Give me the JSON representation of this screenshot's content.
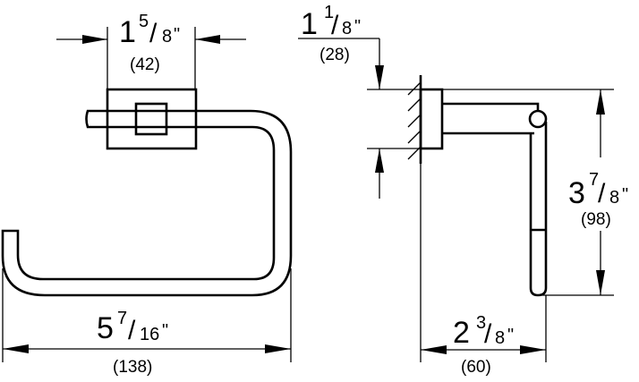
{
  "title": "Towel ring dimension drawing",
  "dimensions": {
    "plate_width": {
      "whole": "1",
      "num": "5",
      "den": "8",
      "unit": "\"",
      "mm": "(42)"
    },
    "overall_width": {
      "whole": "5",
      "num": "7",
      "den": "16",
      "unit": "\"",
      "mm": "(138)"
    },
    "bar_offset": {
      "whole": "1",
      "num": "1",
      "den": "8",
      "unit": "\"",
      "mm": "(28)"
    },
    "height": {
      "whole": "3",
      "num": "7",
      "den": "8",
      "unit": "\"",
      "mm": "(98)"
    },
    "projection": {
      "whole": "2",
      "num": "3",
      "den": "8",
      "unit": "\"",
      "mm": "(60)"
    }
  },
  "colors": {
    "ink": "#000000",
    "background": "#ffffff"
  }
}
